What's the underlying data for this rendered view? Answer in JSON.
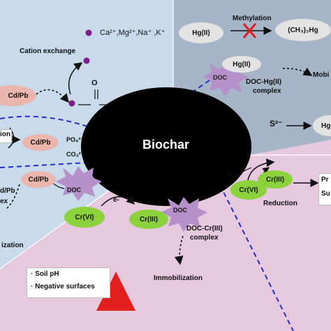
{
  "center": {
    "label": "Biochar"
  },
  "cation_exchange": {
    "ions": "Ca²⁺,Mg²⁺,Na⁺ ,K⁺",
    "label": "Cation exchange",
    "carbonyl_atom": "O",
    "cd_pb": "Cd/Pb"
  },
  "mercury": {
    "hg_left": "Hg(II)",
    "methylation_label": "Methylation",
    "methyl_product": "(CH₃)₂Hg",
    "hg_complex": "Hg(II)",
    "doc": "DOC",
    "complex_label_1": "DOC-Hg(II)",
    "complex_label_2": "complex",
    "mobility": "Mobi",
    "sulfide": "S²⁻",
    "hg_right": "Hg"
  },
  "precipitation": {
    "left_text": "ion",
    "cd_pb": "Cd/Pb",
    "phosphate": "PO₄³⁻",
    "carbonate": "CO₃²⁻"
  },
  "doc_complexation": {
    "left_text_1": "d/Pb",
    "left_text_2": "ex",
    "cd_pb": "Cd/Pb",
    "doc": "DOC",
    "bottom_text": "ization"
  },
  "chromium": {
    "cr_vi_left": "Cr(VI)",
    "electron_1": "e-",
    "cr_iii_mid": "Cr(III)",
    "doc": "DOC",
    "complex_1": "DOC-Cr(III)",
    "complex_2": "complex",
    "immobilization": "Immobilization",
    "cr_iii_top": "Cr(III)",
    "cr_vi_right": "Cr(VI)",
    "electron_2": "e-",
    "reduction": "Reduction",
    "right_text_1": "Pr",
    "right_text_2": "Su"
  },
  "soil": {
    "item_1": "Soil pH",
    "item_2": "Negative surfaces"
  },
  "colors": {
    "bg_blue": "#c9dbea",
    "bg_grey_blue": "#a6b5c7",
    "bg_pink": "#e7c9df",
    "dash_blue": "#2230c8",
    "doc_purple": "#b691c9",
    "cr_green": "#8cd23c",
    "cdpb_pink": "#eab6ad",
    "hg_grey": "#e3e3e3",
    "ion_purple": "#7b1f86",
    "red": "#e11f1f"
  }
}
